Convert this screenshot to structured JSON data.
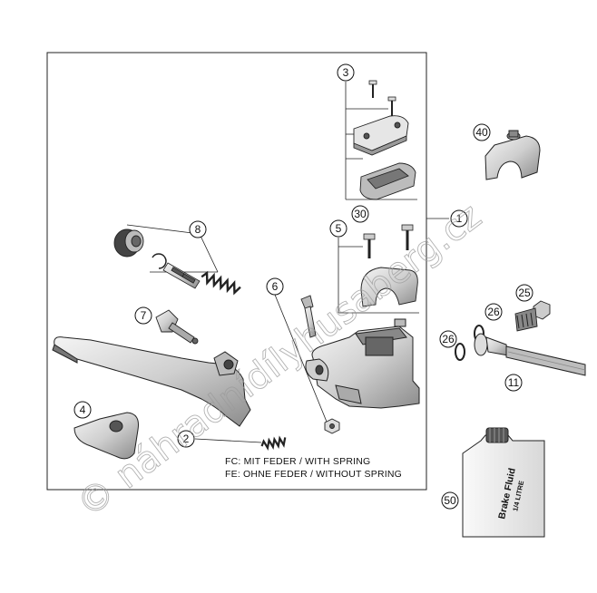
{
  "callouts": {
    "c1": "1",
    "c2": "2",
    "c3": "3",
    "c4": "4",
    "c5": "5",
    "c6": "6",
    "c7": "7",
    "c8": "8",
    "c11": "11",
    "c25": "25",
    "c26a": "26",
    "c26b": "26",
    "c30": "30",
    "c40": "40",
    "c50": "50"
  },
  "notes": {
    "fc": "FC:  MIT FEDER / WITH SPRING",
    "fe": "FE:  OHNE FEDER / WITHOUT SPRING"
  },
  "bottle": {
    "line1": "Brake Fluid",
    "line2": "1/4 LITRE"
  },
  "watermark": "© náhradnídílyhusaberg.cz"
}
